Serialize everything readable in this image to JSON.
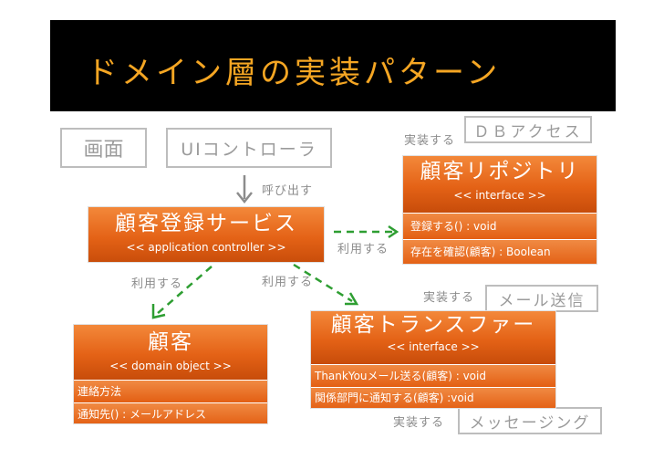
{
  "title": "ドメイン層の実装パターン",
  "boxes": {
    "screen": "画面",
    "ui_controller": "UIコントローラ",
    "db_access": "ＤＢアクセス",
    "mail": "メール送信",
    "messaging": "メッセージング"
  },
  "labels": {
    "call": "呼び出す",
    "use_1": "利用する",
    "use_2": "利用する",
    "use_3": "利用する",
    "implements_1": "実装する",
    "implements_2": "実装する",
    "implements_3": "実装する"
  },
  "classes": {
    "repository": {
      "name": "顧客リポジトリ",
      "stereotype": "<< interface >>",
      "members": [
        "登録する() : void",
        "存在を確認(顧客) : Boolean"
      ]
    },
    "service": {
      "name": "顧客登録サービス",
      "stereotype": "<< application controller >>"
    },
    "customer": {
      "name": "顧客",
      "stereotype": "<< domain object >>",
      "members": [
        "連絡方法",
        "通知先() : メールアドレス"
      ]
    },
    "transfer": {
      "name": "顧客トランスファー",
      "stereotype": "<< interface >>",
      "members": [
        "ThankYouメール送る(顧客) : void",
        "関係部門に通知する(顧客) :void"
      ]
    }
  },
  "colors": {
    "accent": "#e46216",
    "title": "#f5a623",
    "arrow_dashed": "#2e9e32",
    "arrow_solid": "#8c8c8c"
  }
}
